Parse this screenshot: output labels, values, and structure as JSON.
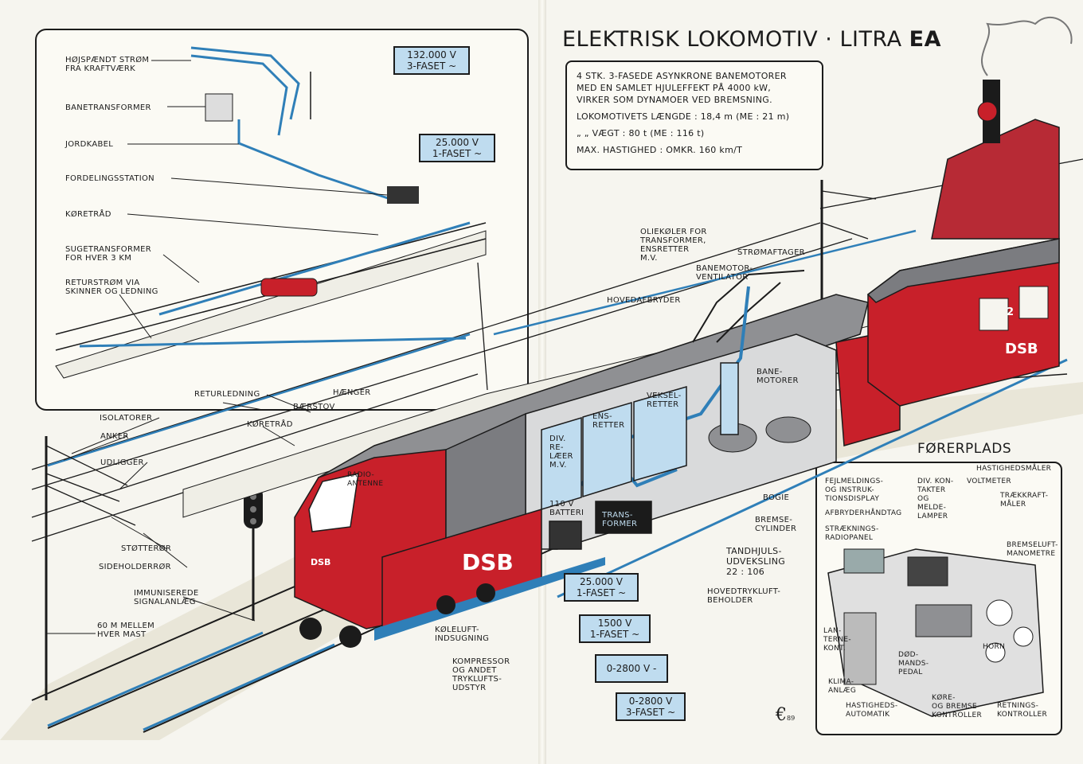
{
  "title": {
    "main": "ELEKTRISK LOKOMOTIV · LITRA ",
    "bold": "EA"
  },
  "specs": [
    "4 STK. 3-FASEDE ASYNKRONE BANEMOTORER\nMED EN SAMLET HJULEFFEKT PÅ 4000 kW,\nVIRKER SOM DYNAMOER VED BREMSNING.",
    "LOKOMOTIVETS LÆNGDE : 18,4 m   (ME : 21 m)",
    "„       „     VÆGT : 80 t   (ME : 116 t)",
    "MAX. HASTIGHED : OMKR. 160 km/T"
  ],
  "inset_labels": {
    "hojspandt": "HØJSPÆNDT STRØM\nFRA KRAFTVÆRK",
    "banetransformer": "BANETRANSFORMER",
    "jordkabel": "JORDKABEL",
    "fordeling": "FORDELINGSSTATION",
    "koretraad": "KØRETRÅD",
    "sugetransformer": "SUGETRANSFORMER\nFOR HVER 3 km",
    "returstrom": "RETURSTRØM VIA\nSKINNER OG LEDNING"
  },
  "voltage_boxes": {
    "v132": "132.000 V\n3-FASET ~",
    "v25a": "25.000 V\n1-FASET ~",
    "v25b": "25.000 V\n1-FASET ~",
    "v1500": "1500 V\n1-FASET ~",
    "v2800a": "0-2800 V -",
    "v2800b": "0-2800 V\n3-FASET ~"
  },
  "line_labels": {
    "returledning": "RETURLEDNING",
    "haenger": "HÆNGER",
    "baerstov": "BÆRSTOV",
    "koretraad": "KØRETRÅD",
    "isolatorer": "ISOLATORER",
    "anker": "ANKER",
    "udligger": "UDLIGGER",
    "stotteror": "STØTTERØR",
    "sideholderror": "SIDEHOLDERRØR",
    "immuniserede": "IMMUNISEREDE\nSIGNALANLÆG",
    "mast": "60 m MELLEM\nHVER MAST"
  },
  "loco_labels": {
    "radioantenne": "RADIO-\nANTENNE",
    "olie": "OLIEKØLER FOR\nTRANSFORMER,\nENSRETTER\nM.V.",
    "stromaftager": "STRØMAFTAGER",
    "banemotorventilator": "BANEMOTOR-\nVENTILATOR",
    "hovedafbryder": "HOVEDAFBRYDER",
    "banemotorer": "BANE-\nMOTORER",
    "dvrelaer": "DIV.\nRE-\nLÆER\nM.V.",
    "ensretter": "ENS-\nRETTER",
    "vekselretter": "VEKSEL-\nRETTER",
    "batteri": "110 V\nBATTERI",
    "transformer": "TRANS-\nFORMER",
    "bogie": "BOGIE",
    "bremsecylinder": "BREMSE-\nCYLINDER",
    "tandhjul": "TANDHJULS-\nUDVEKSLING\n22 : 106",
    "hovedtrykluft": "HOVEDTRYKLUFT-\nBEHOLDER",
    "koleluft": "KØLELUFT-\nINDSUGNING",
    "kompressor": "KOMPRESSOR\nOG ANDET\nTRYKLUFTS-\nUDSTYR"
  },
  "train_text": {
    "dsb_main": "DSB",
    "dsb_small": "DSB",
    "dsb_coach": "DSB",
    "coach_no": "2"
  },
  "cabin": {
    "title": "FØRERPLADS",
    "labels": {
      "hastighed": "HASTIGHEDSMÅLER",
      "fejl": "FEJLMELDINGS-\nOG INSTRUK-\nTIONSDISPLAY",
      "divkontakter": "DIV. KON-\nTAKTER\nOG\nMELDE-\nLAMPER",
      "voltmeter": "VOLTMETER",
      "trykkraft": "TRÆKKRAFT-\nMÅLER",
      "afbryder": "AFBRYDERHÅNDTAG",
      "straekning": "STRÆKNINGS-\nRADIOPANEL",
      "bremseluft": "BREMSELUFT-\nMANOMETRE",
      "lanterne": "LAN-\nTERNE-\nKONT.",
      "dodmand": "DØD-\nMANDS-\nPEDAL",
      "horn": "HORN",
      "klima": "KLIMA-\nANLÆG",
      "hastighedsautomatik": "HASTIGHEDS-\nAUTOMATIK",
      "kore": "KØRE-\nOG BREMSE-\nKONTROLLER",
      "retning": "RETNINGS-\nKONTROLLER"
    }
  },
  "signature": {
    "mark": "€",
    "year": "89"
  },
  "colors": {
    "red": "#c8202a",
    "blue": "#2f7fb8",
    "lightblue": "#bfdcef",
    "grey": "#8f9093",
    "ink": "#1b1b1b"
  }
}
